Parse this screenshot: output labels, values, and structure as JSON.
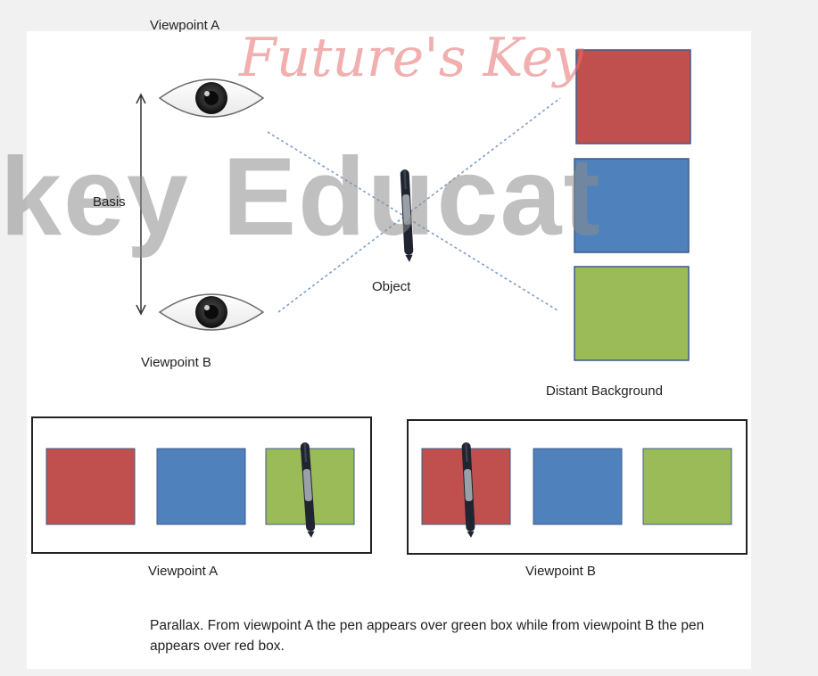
{
  "watermark": {
    "main_text": "key Educat",
    "script_text": "Future's Key"
  },
  "labels": {
    "viewpoint_a_top": "Viewpoint A",
    "viewpoint_b_top": "Viewpoint B",
    "basis": "Basis",
    "object": "Object",
    "distant_background": "Distant Background",
    "panel_a_label": "Viewpoint A",
    "panel_b_label": "Viewpoint B"
  },
  "caption": "Parallax. From viewpoint A the pen appears over green box while from viewpoint B the pen appears over red box.",
  "colors": {
    "red": "#c0504d",
    "blue": "#4f81bd",
    "green": "#9bbb59",
    "box_border": "#3c5a8a",
    "pen_body": "#1f2430",
    "pen_grip": "#9aa0a8"
  },
  "icons": [
    "eye-icon",
    "pen-icon",
    "double-arrow-icon"
  ]
}
